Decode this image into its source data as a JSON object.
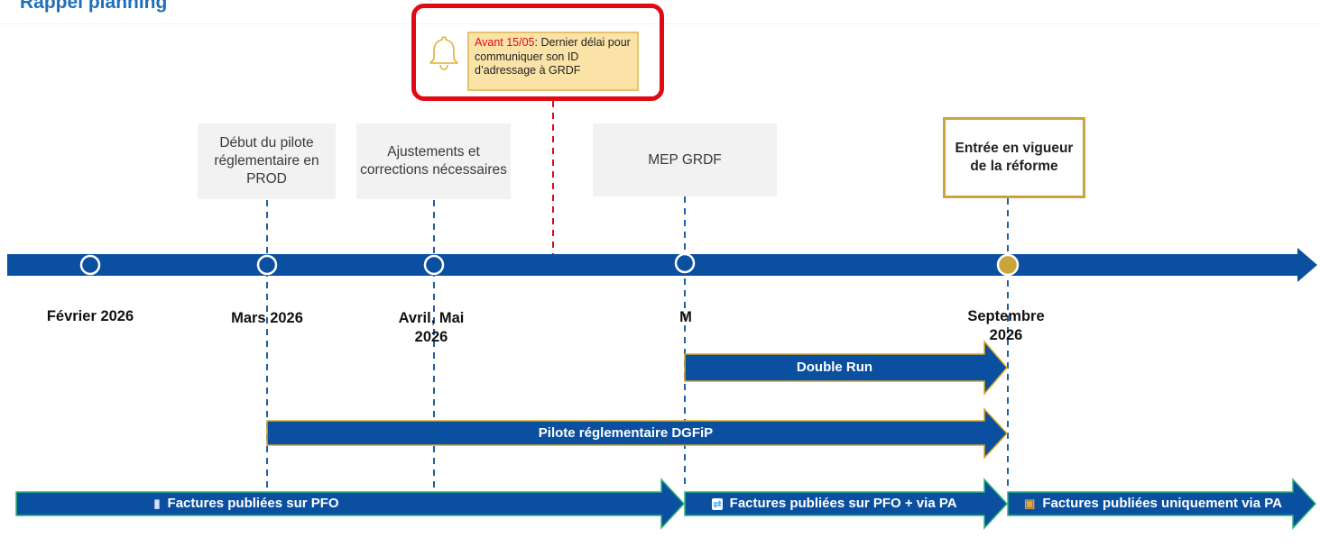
{
  "page": {
    "title": "Rappel planning"
  },
  "alert": {
    "icon": "bell-icon",
    "date": "Avant 15/05",
    "text": ": Dernier délai pour communiquer son ID d’adressage à GRDF"
  },
  "milestones": [
    {
      "box": "",
      "date": "Février 2026"
    },
    {
      "box": "Début du pilote réglementaire en PROD",
      "date": "Mars 2026"
    },
    {
      "box": "Ajustements et corrections nécessaires",
      "date": "Avril, Mai 2026"
    },
    {
      "box": "MEP GRDF",
      "date": "M"
    },
    {
      "box": "Entrée en vigueur de la réforme",
      "date": "Septembre 2026"
    }
  ],
  "bars": {
    "double_run": "Double Run",
    "pilote": "Pilote réglementaire DGFiP"
  },
  "phases": [
    {
      "label": "Factures publiées sur PFO",
      "icon": "document-icon"
    },
    {
      "label": "Factures publiées sur PFO + via PA",
      "icon": "sync-icon"
    },
    {
      "label": "Factures publiées uniquement via PA",
      "icon": "lock-icon"
    }
  ],
  "colors": {
    "timeline_blue": "#0b4fa0",
    "bar_outline": "#d9a520",
    "phase_outline": "#2bb673",
    "alert_red": "#e10a14",
    "milestone_gold": "#c9a53a"
  }
}
